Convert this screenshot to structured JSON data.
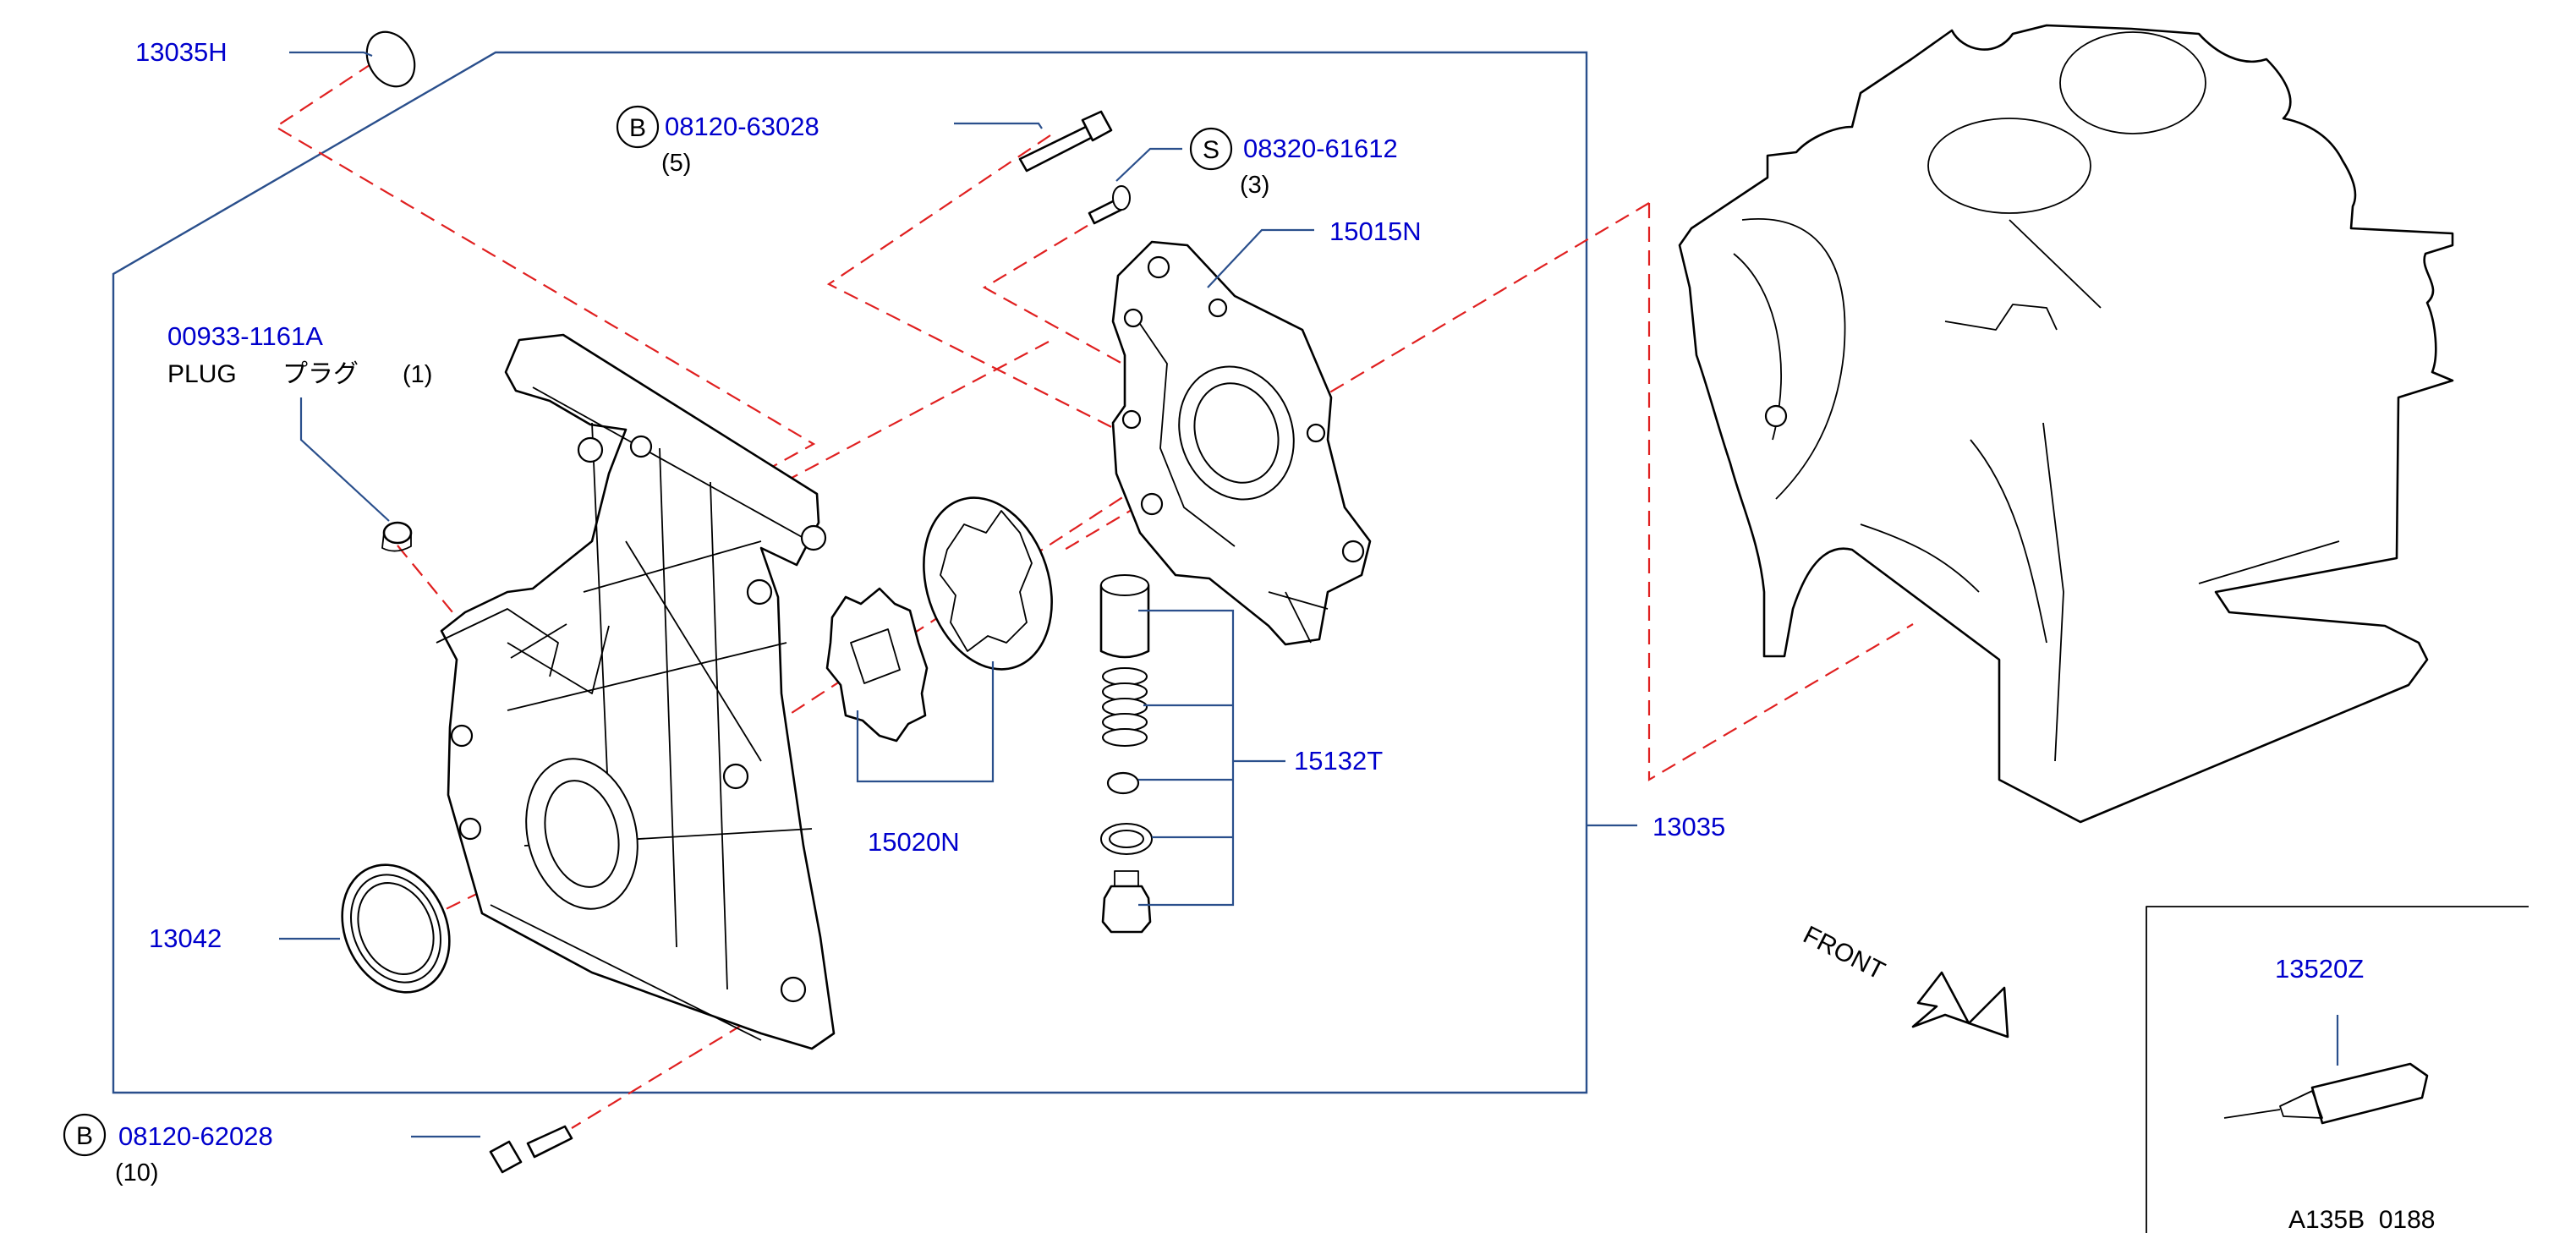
{
  "callouts": {
    "c_13035H": "13035H",
    "c_08120_63028": "08120-63028",
    "c_08120_63028_qty": "(5)",
    "c_08120_63028_mark": "B",
    "c_08320_61612": "08320-61612",
    "c_08320_61612_qty": "(3)",
    "c_08320_61612_mark": "S",
    "c_15015N": "15015N",
    "c_00933_1161A": "00933-1161A",
    "plug_en": "PLUG",
    "plug_jp": "プラグ",
    "plug_qty": "(1)",
    "c_15132T": "15132T",
    "c_15020N": "15020N",
    "c_13035": "13035",
    "c_13042": "13042",
    "c_08120_62028": "08120-62028",
    "c_08120_62028_qty": "(10)",
    "c_08120_62028_mark": "B",
    "c_13520Z": "13520Z"
  },
  "front_label": "FRONT",
  "diagram_code": "A135B  0188",
  "colors": {
    "part_number": "#0000cc",
    "leader_line": "#2a4f8c",
    "hidden_dash": "#e02020",
    "outline": "#000000",
    "background": "#ffffff"
  }
}
